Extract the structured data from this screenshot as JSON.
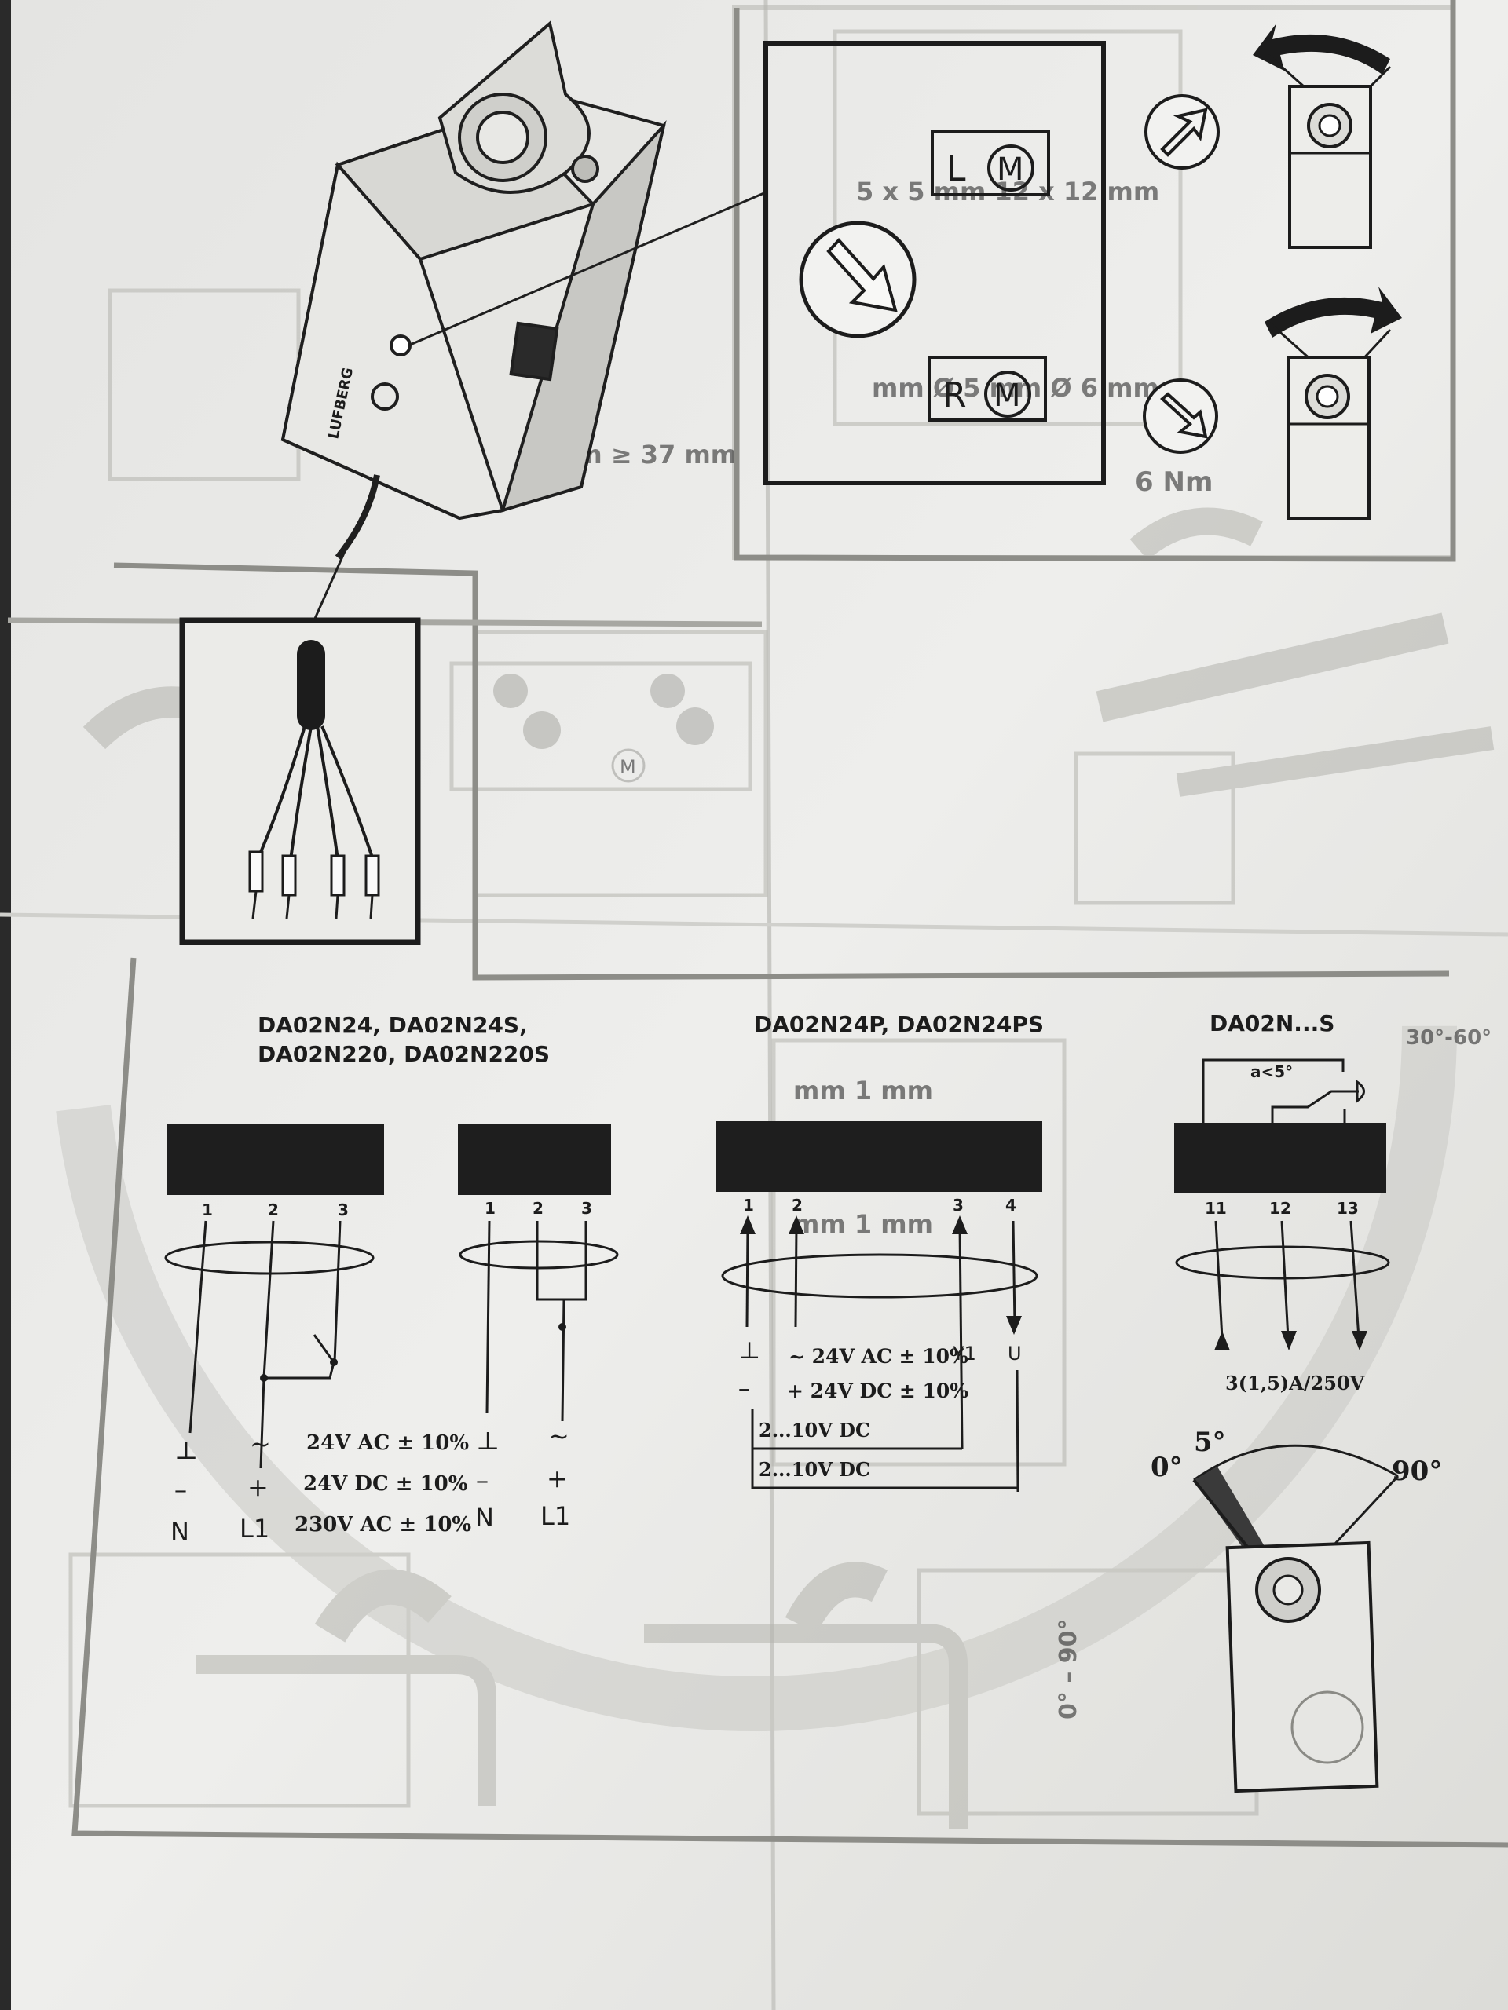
{
  "motor_panel": {
    "left_label": "L",
    "right_label": "R",
    "motor_symbol": "M",
    "brand": "LUFBERG"
  },
  "background_text": {
    "dim_top": "5 x 5 mm 12 x 12 mm",
    "dim_mid": "mm Ø 5 mm Ø 6 mm",
    "torque": "6 Nm",
    "min_length": "mm ≥ 37 mm",
    "gear_motor": "M",
    "range_right": "30°-60°",
    "range_bottom": "0° – 90°",
    "mm_label_1": "mm 1 mm",
    "mm_label_2": "mm 1 mm",
    "step_2": "2"
  },
  "wiring": {
    "group_a": {
      "title_line1": "DA02N24, DA02N24S,",
      "title_line2": "DA02N220, DA02N220S",
      "diagram1": {
        "terminals": [
          "1",
          "2",
          "3"
        ],
        "symbols_row1": [
          "⊥",
          "~"
        ],
        "symbols_row2": [
          "–",
          "+"
        ],
        "symbols_row3": [
          "N",
          "L1"
        ],
        "voltages": [
          "24V AC ± 10%",
          "24V DC ± 10%",
          "230V AC ± 10%"
        ]
      },
      "diagram2": {
        "terminals": [
          "1",
          "2",
          "3"
        ],
        "symbols_row1": [
          "⊥",
          "~"
        ],
        "symbols_row2": [
          "–",
          "+"
        ],
        "symbols_row3": [
          "N",
          "L1"
        ]
      }
    },
    "group_b": {
      "title": "DA02N24P, DA02N24PS",
      "terminals": [
        "1",
        "2",
        "3",
        "4"
      ],
      "row1_symbol": "⊥",
      "row1_text": "~ 24V AC ± 10%",
      "row2_symbol": "–",
      "row2_text": "+ 24V DC ± 10%",
      "y1": "Y1",
      "u": "U",
      "signal1": "2...10V DC",
      "signal2": "2...10V DC"
    },
    "group_c": {
      "title": "DA02N...S",
      "switch_label": "a<5°",
      "terminals": [
        "11",
        "12",
        "13"
      ],
      "rating": "3(1,5)A/250V",
      "angle_0": "0°",
      "angle_5": "5°",
      "angle_90": "90°"
    }
  }
}
